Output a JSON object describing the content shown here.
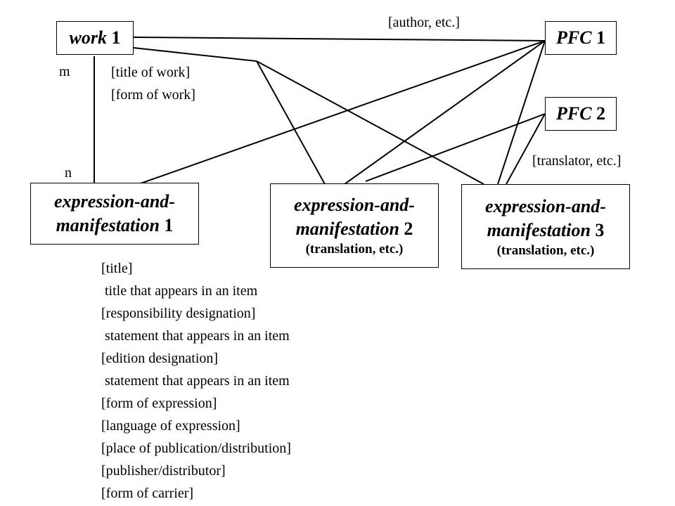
{
  "nodes": {
    "work1": {
      "name": "work",
      "num": "1"
    },
    "pfc1": {
      "name": "PFC",
      "num": "1"
    },
    "pfc2": {
      "name": "PFC",
      "num": "2"
    },
    "em1": {
      "line1": "expression-and-",
      "line2": "manifestation",
      "num": "1",
      "note": ""
    },
    "em2": {
      "line1": "expression-and-",
      "line2": "manifestation",
      "num": "2",
      "note": "(translation, etc.)"
    },
    "em3": {
      "line1": "expression-and-",
      "line2": "manifestation",
      "num": "3",
      "note": "(translation, etc.)"
    }
  },
  "labels": {
    "author": "[author, etc.]",
    "m": "m",
    "n": "n",
    "title_of_work": "[title of work]",
    "form_of_work": "[form of work]",
    "translator": "[translator, etc.]"
  },
  "attributes": [
    "[title]",
    " title that appears in an item",
    "[responsibility designation]",
    " statement that appears in an item",
    "[edition designation]",
    " statement that appears in an item",
    "[form of expression]",
    "[language of expression]",
    "[place of publication/distribution]",
    "[publisher/distributor]",
    "[form of carrier]"
  ]
}
